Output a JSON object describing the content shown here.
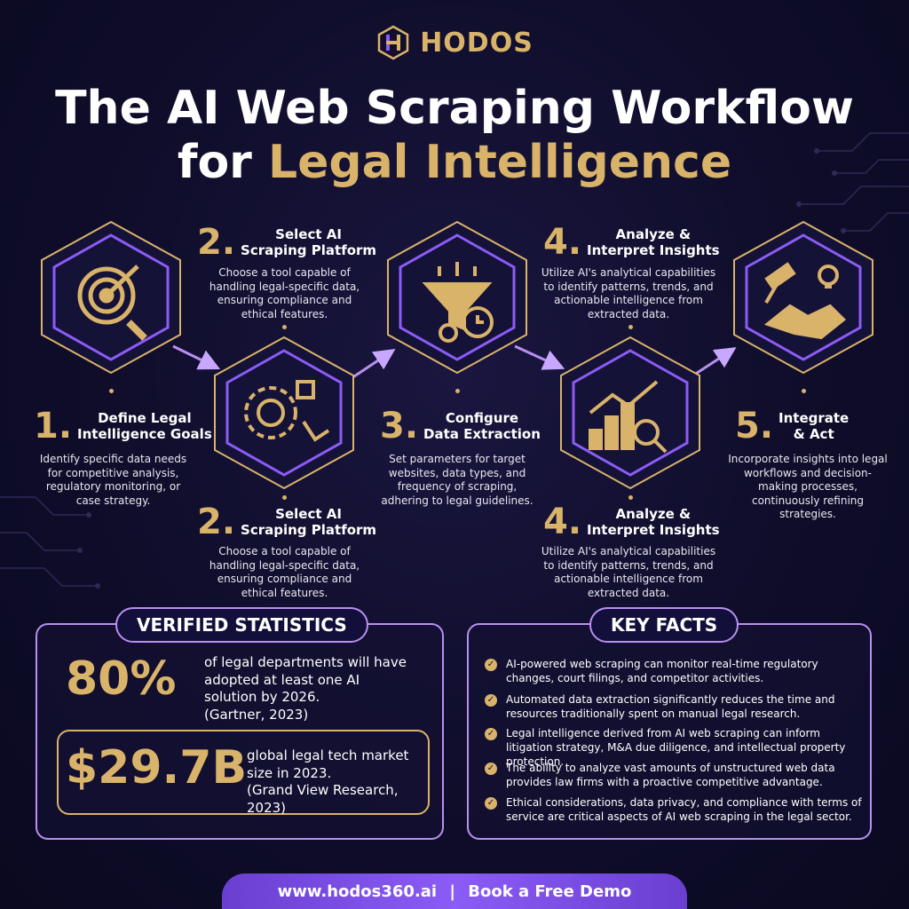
{
  "brand": {
    "name": "HODOS",
    "logo_letter": "H"
  },
  "title": {
    "line1": "The AI Web Scraping Workflow",
    "line2_prefix": "for ",
    "line2_highlight": "Legal Intelligence"
  },
  "steps": [
    {
      "num": "1.",
      "title_line1": "Define Legal",
      "title_line2": "Intelligence Goals",
      "desc": "Identify specific data needs for competitive analysis, regulatory monitoring, or case strategy.",
      "icon": "target-magnifier-icon"
    },
    {
      "num": "2.",
      "title_line1": "Select AI",
      "title_line2": "Scraping Platform",
      "desc": "Choose a tool capable of handling legal-specific data, ensuring compliance and ethical features.",
      "icon": "ai-gear-robot-icon"
    },
    {
      "num": "3.",
      "title_line1": "Configure",
      "title_line2": "Data Extraction",
      "desc": "Set parameters for target websites, data types, and frequency of scraping, adhering to legal guidelines.",
      "icon": "funnel-clock-icon"
    },
    {
      "num": "4.",
      "title_line1": "Analyze &",
      "title_line2": "Interpret Insights",
      "desc": "Utilize AI's analytical capabilities to identify patterns, trends, and actionable intelligence from extracted data.",
      "icon": "growth-chart-icon"
    },
    {
      "num": "5.",
      "title_line1": "Integrate",
      "title_line2": "& Act",
      "desc": "Incorporate insights into legal workflows and decision-making processes, continuously refining strategies.",
      "icon": "gavel-handshake-icon"
    }
  ],
  "stats": {
    "tag": "VERIFIED STATISTICS",
    "items": [
      {
        "value": "80%",
        "line1": "of legal departments will have",
        "line2": "adopted at least one AI",
        "line3": "solution by 2026.",
        "source": "(Gartner, 2023)"
      },
      {
        "value": "$29.7B",
        "line1": "global legal tech market",
        "line2": "size in 2023.",
        "source": "(Grand View Research, 2023)"
      }
    ]
  },
  "facts": {
    "tag": "KEY FACTS",
    "items": [
      "AI-powered web scraping can monitor real-time regulatory changes, court filings, and competitor activities.",
      "Automated data extraction significantly reduces the time and resources traditionally spent on manual legal research.",
      "Legal intelligence derived from AI web scraping can inform litigation strategy, M&A due diligence, and intellectual property protection.",
      "The ability to analyze vast amounts of unstructured web data provides law firms with a proactive competitive advantage.",
      "Ethical considerations, data privacy, and compliance with terms of service are critical aspects of AI web scraping in the legal sector."
    ]
  },
  "footer": {
    "url": "www.hodos360.ai",
    "separator": "|",
    "cta": "Book a Free Demo"
  },
  "colors": {
    "gold": "#d9b36a",
    "purple": "#8b5cf6",
    "background": "#0f0d2a"
  }
}
